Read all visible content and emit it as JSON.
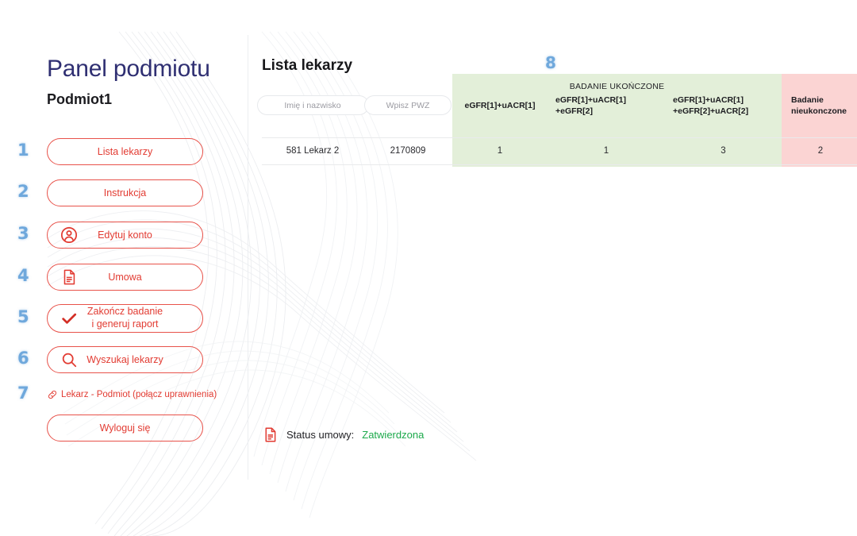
{
  "sidebar": {
    "panel_title": "Panel podmiotu",
    "entity_name": "Podmiot1",
    "buttons": [
      {
        "label": "Lista lekarzy",
        "icon": "none",
        "annotation": "1"
      },
      {
        "label": "Instrukcja",
        "icon": "none",
        "annotation": "2"
      },
      {
        "label": "Edytuj konto",
        "icon": "user-circle-icon",
        "annotation": "3"
      },
      {
        "label": "Umowa",
        "icon": "document-icon",
        "annotation": "4"
      },
      {
        "label_line1": "Zakończ badanie",
        "label_line2": "i generuj raport",
        "icon": "check-icon",
        "annotation": "5"
      },
      {
        "label": "Wyszukaj lekarzy",
        "icon": "search-icon",
        "annotation": "6"
      },
      {
        "label": "Wyloguj się",
        "icon": "none",
        "annotation": ""
      }
    ],
    "link": {
      "icon": "link-chain-icon",
      "label": "Lekarz - Podmiot (połącz uprawnienia)",
      "annotation": "7"
    }
  },
  "main": {
    "list_title": "Lista lekarzy",
    "table_annotation": "8",
    "table": {
      "group_header": "BADANIE UKOŃCZONE",
      "filters": {
        "name_placeholder": "Imię i nazwisko",
        "pwz_placeholder": "Wpisz PWZ",
        "name_value": "",
        "pwz_value": ""
      },
      "columns": [
        {
          "key": "name",
          "header": ""
        },
        {
          "key": "pwz",
          "header": ""
        },
        {
          "key": "m1",
          "header": "eGFR[1]+uACR[1]"
        },
        {
          "key": "m2",
          "header": "eGFR[1]+uACR[1]\n+eGFR[2]"
        },
        {
          "key": "m2_l1",
          "header": "eGFR[1]+uACR[1]"
        },
        {
          "key": "m2_l2",
          "header": "+eGFR[2]"
        },
        {
          "key": "m3_l1",
          "header": "eGFR[1]+uACR[1]"
        },
        {
          "key": "m3_l2",
          "header": "+eGFR[2]+uACR[2]"
        },
        {
          "key": "unfin_l1",
          "header": "Badanie"
        },
        {
          "key": "unfin_l2",
          "header": "nieukonczone"
        }
      ],
      "rows": [
        {
          "name": "581 Lekarz 2",
          "pwz": "2170809",
          "m1": "1",
          "m2": "1",
          "m3": "3",
          "unfinished": "2"
        }
      ]
    },
    "status": {
      "icon": "document-icon",
      "label": "Status umowy:",
      "value": "Zatwierdzona"
    }
  },
  "colors": {
    "accent_red": "#e23b32",
    "title_navy": "#2f2f72",
    "band_green": "#e3efd9",
    "band_pink": "#fbd4d3",
    "status_green": "#1ca94b",
    "annotation_blue": "#6fa8dc"
  }
}
